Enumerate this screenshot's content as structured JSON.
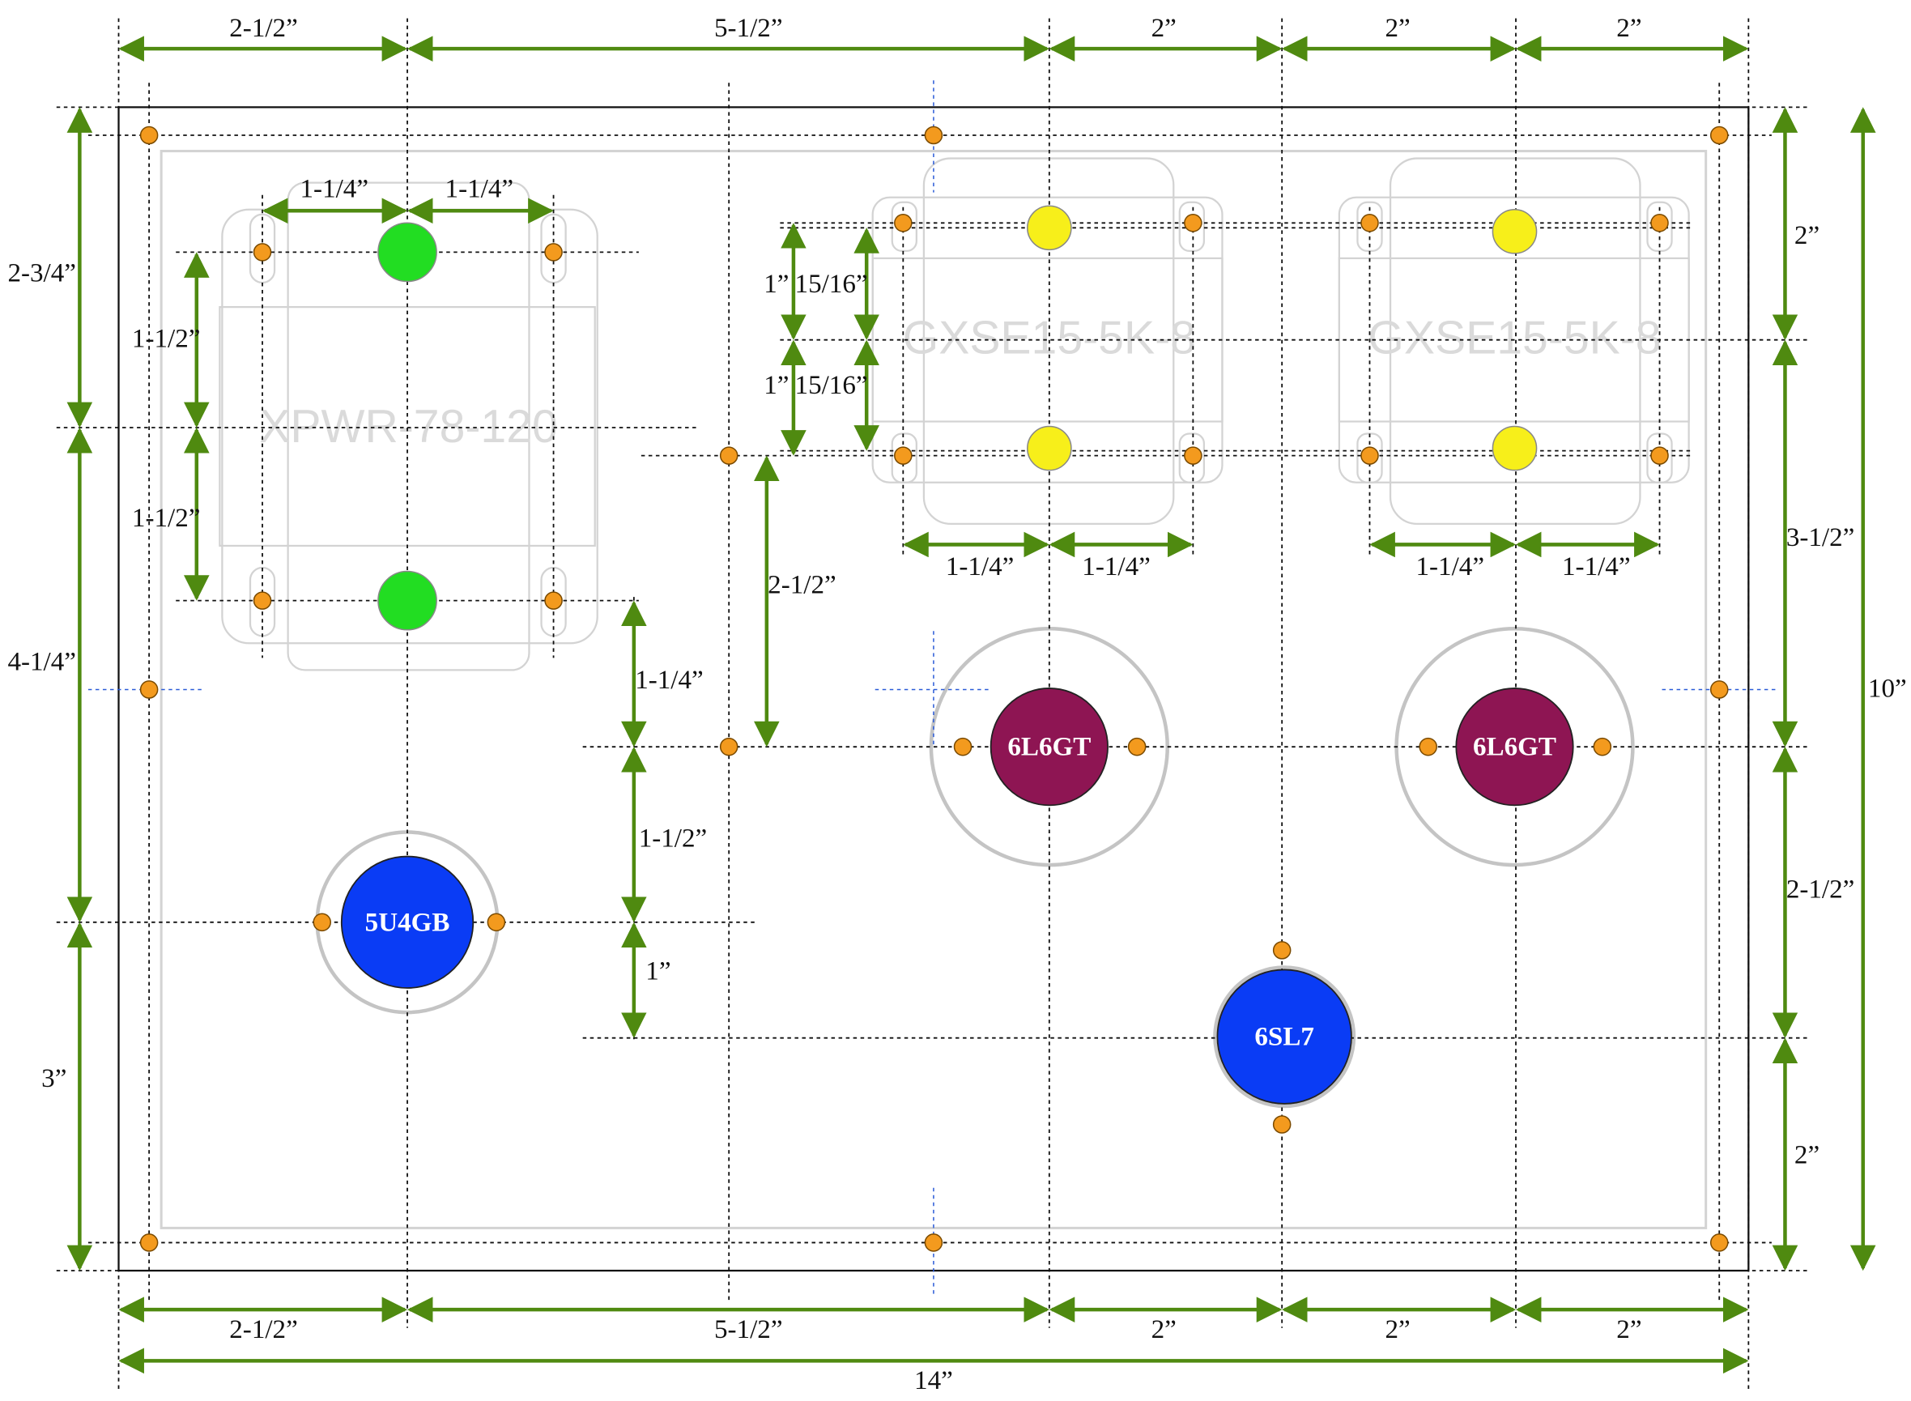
{
  "colors": {
    "dimension_arrow": "#4f8a10",
    "mount_hole": "#f39a1e",
    "transformer_hole_power": "#22dd22",
    "transformer_hole_output": "#f7ef1a",
    "power_tube": "#8e1553",
    "rectifier_tube": "#0a3cf5",
    "outline": "#d3d3d3"
  },
  "dimensions": {
    "top": [
      "2-1/2”",
      "5-1/2”",
      "2”",
      "2”",
      "2”"
    ],
    "bottom": [
      "2-1/2”",
      "5-1/2”",
      "2”",
      "2”",
      "2”"
    ],
    "overall_width": "14”",
    "left": [
      "2-3/4”",
      "4-1/4”",
      "3”"
    ],
    "right_inner": [
      "2”",
      "3-1/2”",
      "2-1/2”",
      "2”"
    ],
    "overall_height": "10”",
    "power_transformer": {
      "horizontal": [
        "1-1/4”",
        "1-1/4”"
      ],
      "vertical": [
        "1-1/2”",
        "1-1/2”"
      ]
    },
    "output_transformer": {
      "vertical_outer": [
        "1”",
        "1”"
      ],
      "vertical_inner": [
        "15/16”",
        "15/16”"
      ],
      "horizontal_left": [
        "1-1/4”",
        "1-1/4”"
      ],
      "horizontal_right": [
        "1-1/4”",
        "1-1/4”"
      ]
    },
    "center_column": [
      "2-1/2”",
      "1-1/4”",
      "1-1/2”",
      "1”"
    ]
  },
  "transformers": {
    "power": "XPWR-78-120",
    "output_left": "GXSE15-5K-8",
    "output_right": "GXSE15-5K-8"
  },
  "tubes": {
    "rectifier": "5U4GB",
    "power_left": "6L6GT",
    "power_right": "6L6GT",
    "driver": "6SL7"
  }
}
